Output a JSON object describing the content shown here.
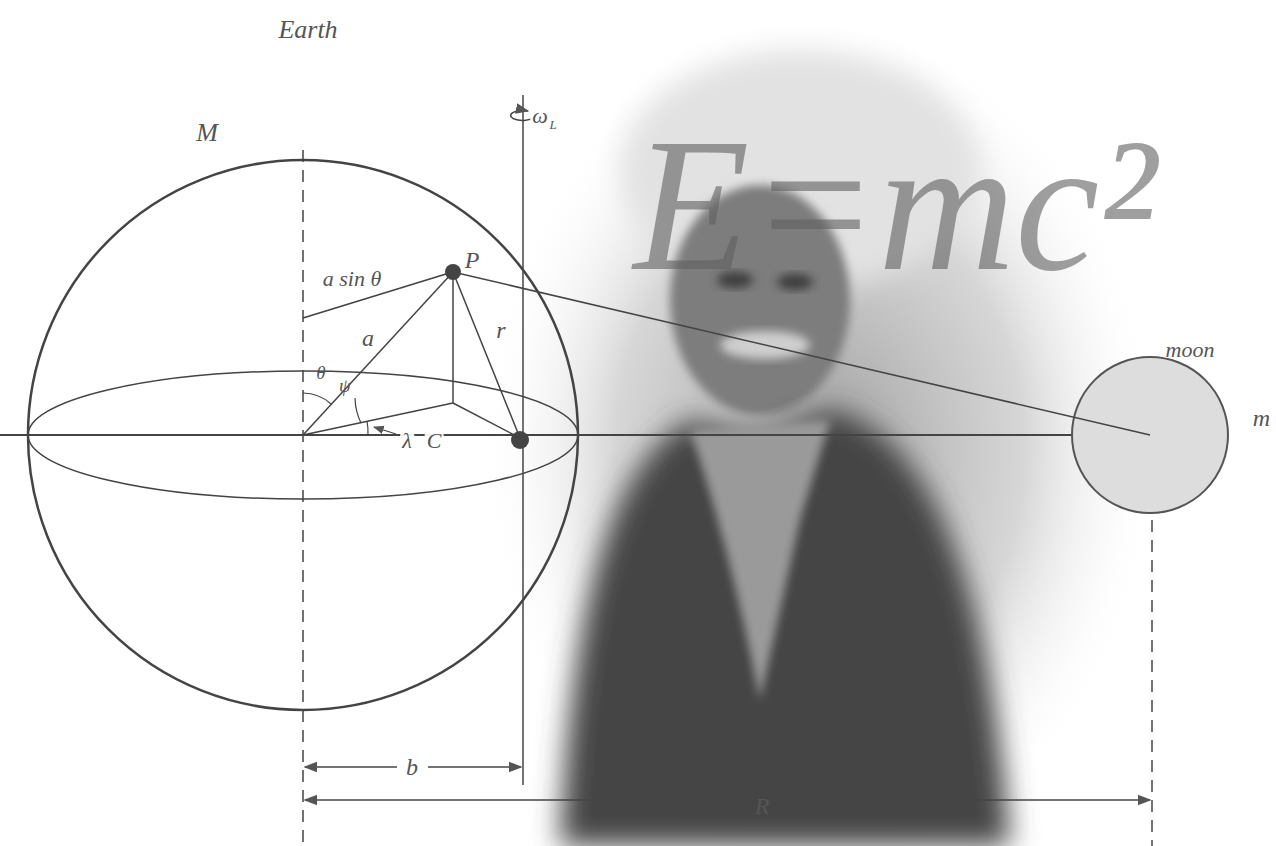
{
  "diagram": {
    "labels": [
      "Earth",
      "M",
      "ω",
      "L",
      "E=mc²",
      "a sin θ",
      "P",
      "a",
      "r",
      "θ",
      "ψ",
      "λ",
      "C",
      "moon",
      "m",
      "b",
      "R"
    ]
  }
}
